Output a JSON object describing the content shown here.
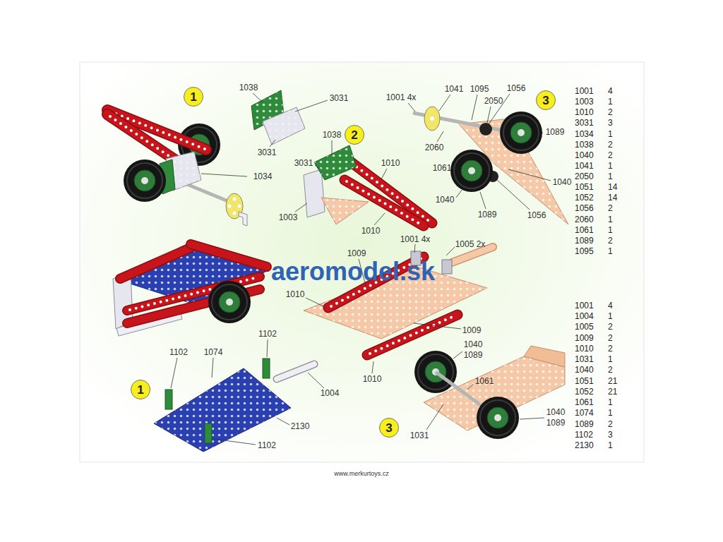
{
  "diagram": {
    "nodes": [
      {
        "text": [
          "1"
        ]
      },
      {
        "text": [
          "2"
        ]
      },
      {
        "text": [
          "3"
        ]
      },
      {
        "text": [
          "1"
        ]
      },
      {
        "text": [
          "3"
        ]
      }
    ],
    "labels": [
      "1038",
      "1041",
      "1095",
      "1056",
      "1001 4x",
      "3031",
      "2050",
      "1038",
      "1089",
      "2060",
      "3031",
      "3031",
      "1010",
      "1061",
      "1034",
      "1040",
      "1040",
      "1089",
      "1056",
      "1003",
      "1010",
      "1001",
      "4",
      "1003",
      "1",
      "1010",
      "2",
      "3031",
      "3",
      "1034",
      "1",
      "1038",
      "2",
      "1040",
      "2",
      "1041",
      "1",
      "2050",
      "1",
      "1051",
      "14",
      "1052",
      "14",
      "1056",
      "2",
      "2060",
      "1",
      "1061",
      "1",
      "1089",
      "2",
      "1095",
      "1",
      "1001 4x",
      "1005 2x",
      "1009",
      "aeromodel.sk",
      "1010",
      "1009",
      "1040",
      "1089",
      "1010",
      "1061",
      "1031",
      "1040",
      "1089",
      "1102",
      "1074",
      "1102",
      "1004",
      "2130",
      "1102",
      "www.merkurtoys.cz",
      "1001",
      "4",
      "1004",
      "1",
      "1005",
      "2",
      "1009",
      "2",
      "1010",
      "2",
      "1031",
      "1",
      "1040",
      "2",
      "1051",
      "21",
      "1052",
      "21",
      "1061",
      "1",
      "1074",
      "1",
      "1089",
      "2",
      "1102",
      "3",
      "2130",
      "1"
    ]
  }
}
